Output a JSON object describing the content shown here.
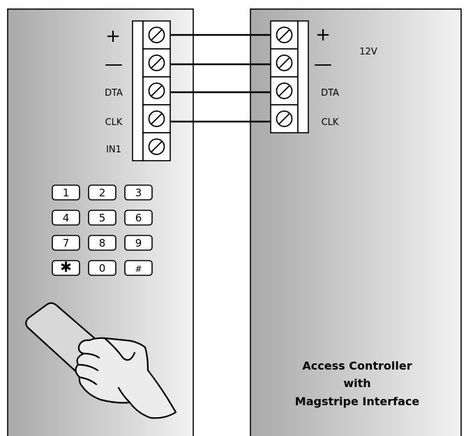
{
  "keypad_unit": {
    "terminals": [
      {
        "label": "+",
        "kind": "sign"
      },
      {
        "label": "—",
        "kind": "sign"
      },
      {
        "label": "DTA",
        "kind": "text"
      },
      {
        "label": "CLK",
        "kind": "text"
      },
      {
        "label": "IN1",
        "kind": "text"
      }
    ],
    "keys": [
      "1",
      "2",
      "3",
      "4",
      "5",
      "6",
      "7",
      "8",
      "9",
      "✱",
      "0",
      "#"
    ]
  },
  "controller": {
    "terminals": [
      {
        "label": "+",
        "kind": "sign"
      },
      {
        "label": "—",
        "kind": "sign"
      },
      {
        "label": "DTA",
        "kind": "text"
      },
      {
        "label": "CLK",
        "kind": "text"
      }
    ],
    "voltage_label": "12V",
    "title_lines": [
      "Access Controller",
      "with",
      "Magstripe Interface"
    ]
  },
  "colors": {
    "panel_dark": "#a9a9a9",
    "panel_light": "#f2f2f2",
    "line": "#000000"
  }
}
